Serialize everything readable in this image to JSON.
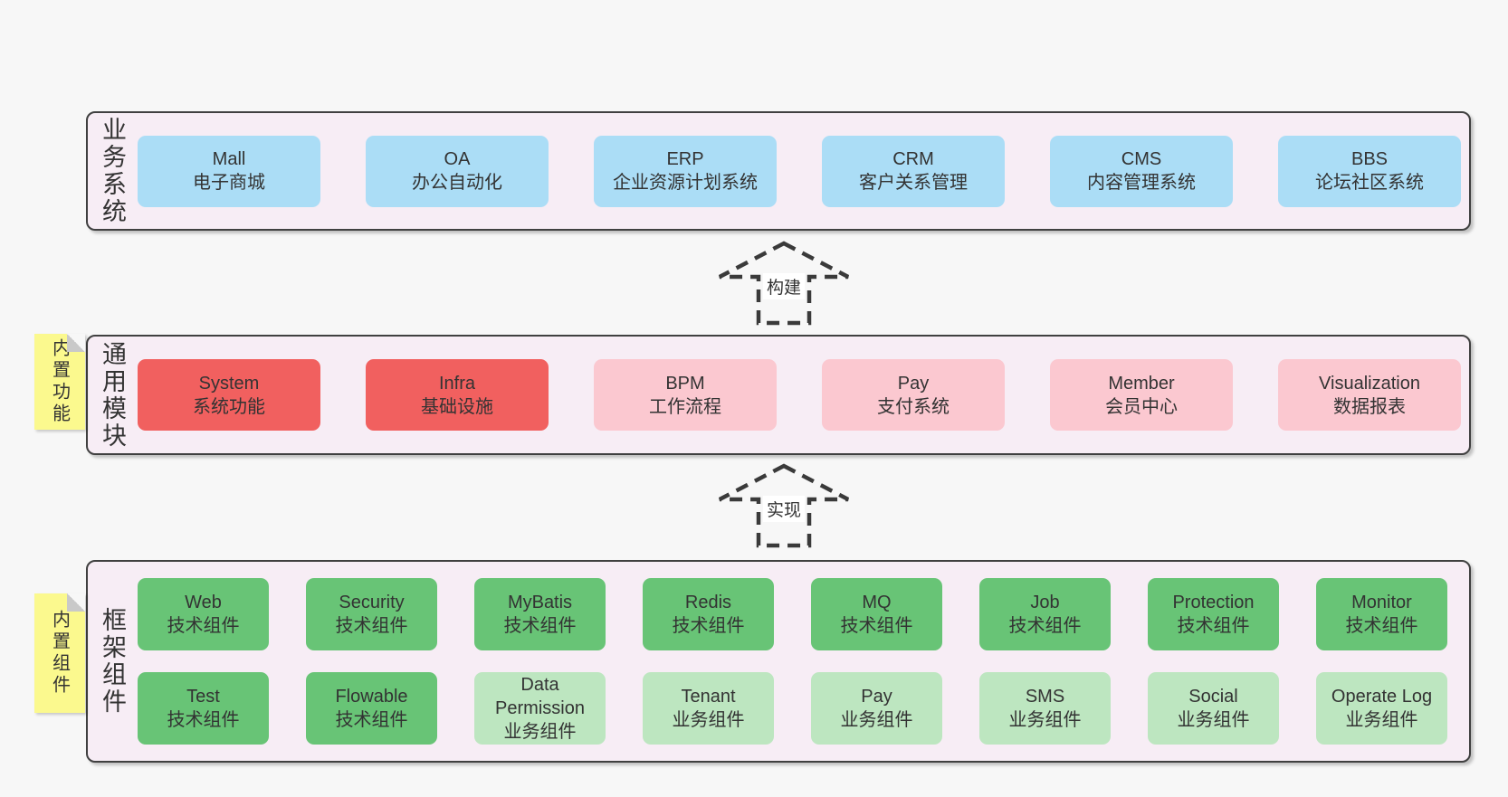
{
  "colors": {
    "page_bg": "#f7f7f7",
    "band_bg": "#f7edf5",
    "band_border": "#404040",
    "blue": "#abddf6",
    "red": "#f1605f",
    "pink": "#fbc8d0",
    "green": "#68c476",
    "light_green": "#bde6c0",
    "note_bg": "#fbf98e",
    "fold_gray": "#c9c9c9",
    "text": "#333333"
  },
  "bands": [
    {
      "key": "business-systems",
      "label": "业务系统",
      "rows": [
        [
          {
            "name": "Mall",
            "desc": "电子商城",
            "variant": "blue"
          },
          {
            "name": "OA",
            "desc": "办公自动化",
            "variant": "blue"
          },
          {
            "name": "ERP",
            "desc": "企业资源计划系统",
            "variant": "blue"
          },
          {
            "name": "CRM",
            "desc": "客户关系管理",
            "variant": "blue"
          },
          {
            "name": "CMS",
            "desc": "内容管理系统",
            "variant": "blue"
          },
          {
            "name": "BBS",
            "desc": "论坛社区系统",
            "variant": "blue"
          }
        ]
      ]
    },
    {
      "key": "common-modules",
      "label": "通用模块",
      "note": "内置功能",
      "rows": [
        [
          {
            "name": "System",
            "desc": "系统功能",
            "variant": "red"
          },
          {
            "name": "Infra",
            "desc": "基础设施",
            "variant": "red"
          },
          {
            "name": "BPM",
            "desc": "工作流程",
            "variant": "pink"
          },
          {
            "name": "Pay",
            "desc": "支付系统",
            "variant": "pink"
          },
          {
            "name": "Member",
            "desc": "会员中心",
            "variant": "pink"
          },
          {
            "name": "Visualization",
            "desc": "数据报表",
            "variant": "pink"
          }
        ]
      ]
    },
    {
      "key": "framework-components",
      "label": "框架组件",
      "note": "内置组件",
      "rows": [
        [
          {
            "name": "Web",
            "desc": "技术组件",
            "variant": "green"
          },
          {
            "name": "Security",
            "desc": "技术组件",
            "variant": "green"
          },
          {
            "name": "MyBatis",
            "desc": "技术组件",
            "variant": "green"
          },
          {
            "name": "Redis",
            "desc": "技术组件",
            "variant": "green"
          },
          {
            "name": "MQ",
            "desc": "技术组件",
            "variant": "green"
          },
          {
            "name": "Job",
            "desc": "技术组件",
            "variant": "green"
          },
          {
            "name": "Protection",
            "desc": "技术组件",
            "variant": "green"
          },
          {
            "name": "Monitor",
            "desc": "技术组件",
            "variant": "green"
          }
        ],
        [
          {
            "name": "Test",
            "desc": "技术组件",
            "variant": "green"
          },
          {
            "name": "Flowable",
            "desc": "技术组件",
            "variant": "green"
          },
          {
            "name": "Data Permission",
            "desc": "业务组件",
            "variant": "light-green"
          },
          {
            "name": "Tenant",
            "desc": "业务组件",
            "variant": "light-green"
          },
          {
            "name": "Pay",
            "desc": "业务组件",
            "variant": "light-green"
          },
          {
            "name": "SMS",
            "desc": "业务组件",
            "variant": "light-green"
          },
          {
            "name": "Social",
            "desc": "业务组件",
            "variant": "light-green"
          },
          {
            "name": "Operate Log",
            "desc": "业务组件",
            "variant": "light-green"
          }
        ]
      ]
    }
  ],
  "arrows": [
    {
      "label": "构建"
    },
    {
      "label": "实现"
    }
  ]
}
